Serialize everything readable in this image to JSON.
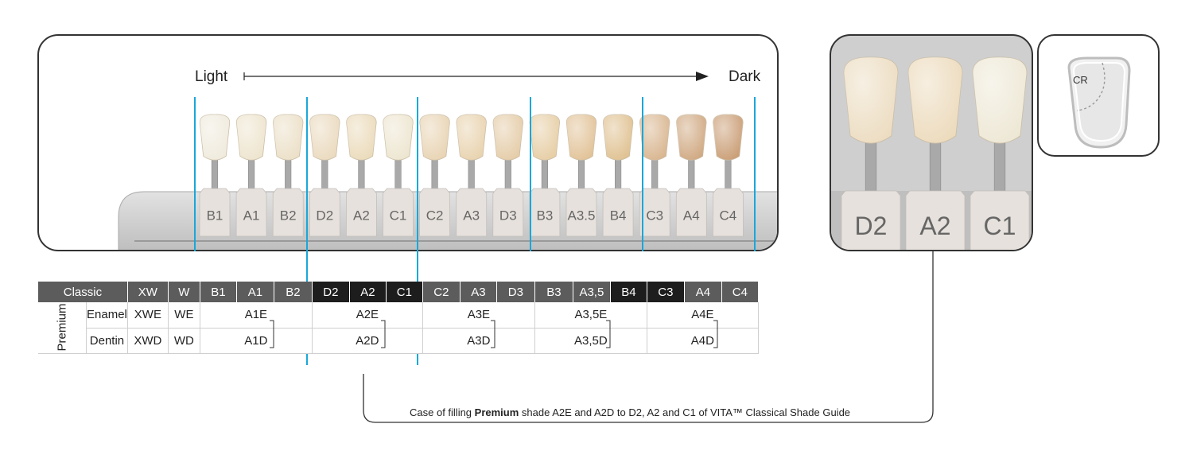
{
  "scale": {
    "light_label": "Light",
    "dark_label": "Dark"
  },
  "guide_tabs": [
    "B1",
    "A1",
    "B2",
    "D2",
    "A2",
    "C1",
    "C2",
    "A3",
    "D3",
    "B3",
    "A3.5",
    "B4",
    "C3",
    "A4",
    "C4"
  ],
  "tooth_colors": [
    "#efeadc",
    "#ede4cd",
    "#ebdfc6",
    "#ead9bd",
    "#eadab9",
    "#ede5cf",
    "#e8d3b2",
    "#e8d2ad",
    "#e4cba6",
    "#e6cda3",
    "#e1c195",
    "#dfc08f",
    "#d8b48d",
    "#cfa77f",
    "#c99c73"
  ],
  "zoom": {
    "tabs": [
      "D2",
      "A2",
      "C1"
    ]
  },
  "cr": {
    "label": "CR"
  },
  "table": {
    "classic_label": "Classic",
    "header": [
      "XW",
      "W",
      "B1",
      "A1",
      "B2",
      "D2",
      "A2",
      "C1",
      "C2",
      "A3",
      "D3",
      "B3",
      "A3,5",
      "B4",
      "C3",
      "A4",
      "C4"
    ],
    "premium_label": "Premium",
    "rows": [
      {
        "label": "Enamel",
        "xw": "XWE",
        "w": "WE",
        "groups": [
          "A1E",
          "A2E",
          "A3E",
          "A3,5E",
          "A4E"
        ]
      },
      {
        "label": "Dentin",
        "xw": "XWD",
        "w": "WD",
        "groups": [
          "A1D",
          "A2D",
          "A3D",
          "A3,5D",
          "A4D"
        ]
      }
    ]
  },
  "caption": {
    "before": "Case of filling ",
    "bold": "Premium",
    "after": " shade A2E and A2D to D2, A2 and C1 of VITA™ Classical Shade Guide"
  },
  "colors": {
    "accent_line": "#1aa7d9",
    "header_gray": "#5c5c5c",
    "header_dark": "#1d1d1d"
  }
}
